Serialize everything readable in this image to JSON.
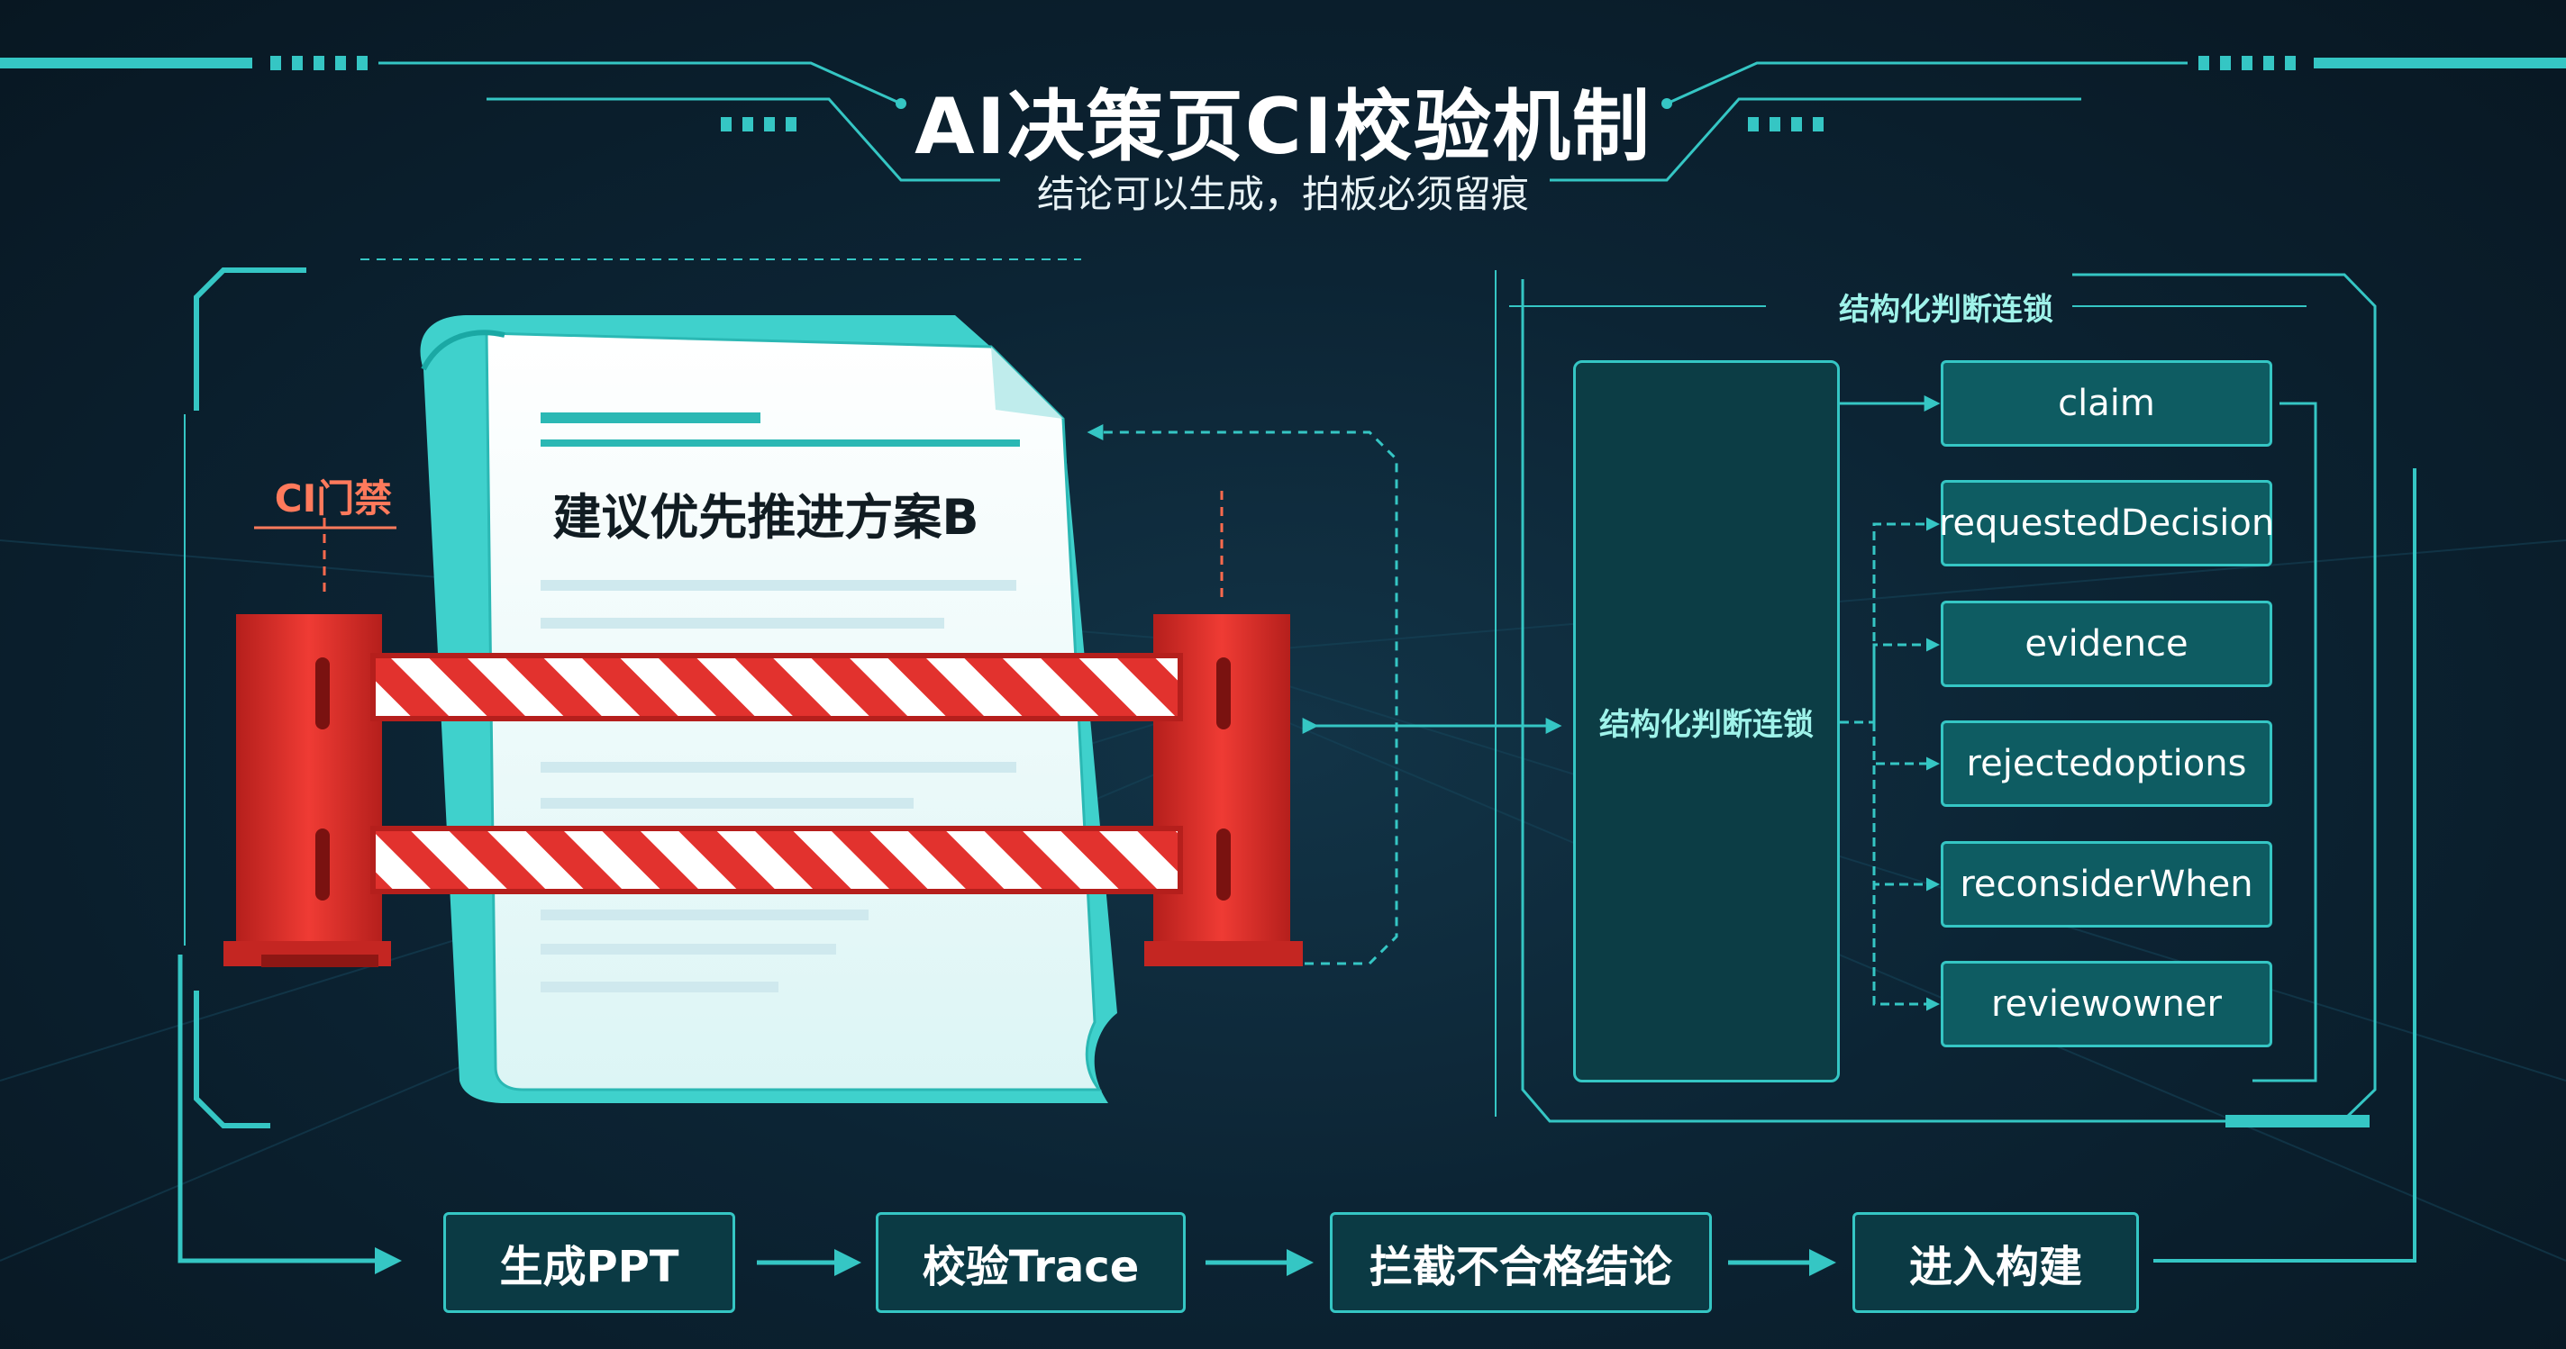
{
  "title": "AI决策页CI校验机制",
  "subtitle": "结论可以生成，拍板必须留痕",
  "gate_label": "CI门禁",
  "document_heading": "建议优先推进方案B",
  "panel": {
    "title": "结构化判断连锁",
    "center_label": "结构化判断连锁",
    "fields": [
      "claim",
      "requestedDecision",
      "evidence",
      "rejectedoptions",
      "reconsiderWhen",
      "reviewowner"
    ]
  },
  "flow": [
    "生成PPT",
    "校验Trace",
    "拦截不合格结论",
    "进入构建"
  ],
  "colors": {
    "accent": "#35c6c4",
    "barrier_red": "#e2322e",
    "gate_label": "#ff7a5c",
    "background": "#0b1e2c"
  }
}
